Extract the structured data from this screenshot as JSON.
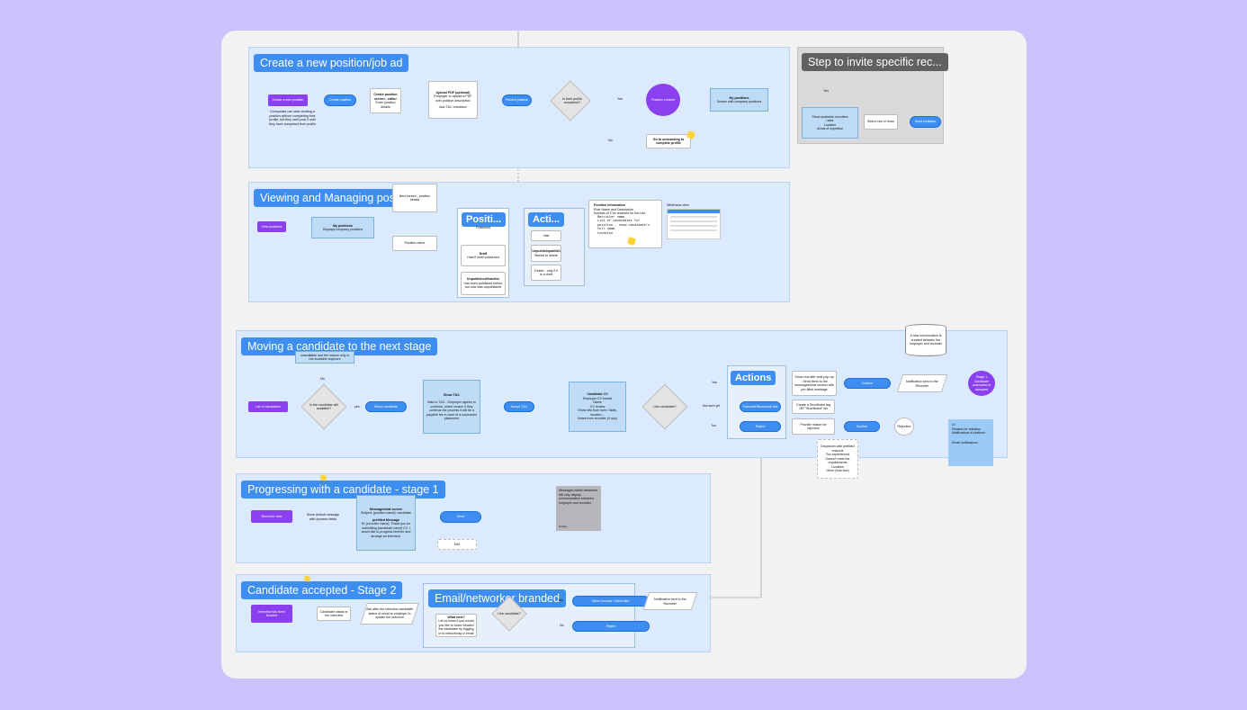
{
  "sections": {
    "create": {
      "title": "Create a new position/job ad",
      "create_new_position": "Create a new position",
      "create_position_btn": "Create position",
      "note": "Companies can start creating a position without completing their profile, but they can't post it until they have completed their profile",
      "create_screen_title": "Create position screen - editor",
      "create_screen_body": "Enter position details",
      "upload_title": "Upload PDF (optional)",
      "upload_body": "Employer to upload a PDF with position description",
      "upload_extra": "Add T&C checkbox",
      "publish_btn": "Publish position",
      "profile_question": "Is their profile completed?",
      "yes": "Yes",
      "no": "No",
      "position_created": "Position created",
      "my_positions_title": "My positions",
      "my_positions_body": "Screen with company positions",
      "onboarding": "Go to onboarding to complete profile"
    },
    "invite": {
      "title": "Step to invite specific rec...",
      "yes": "Yes",
      "show_recruiters_title": "Show available recruiters",
      "show_recruiters_items": [
        "rates",
        "Location",
        "Areas of expertise"
      ],
      "select": "Select one or more",
      "send_invite": "Send invitation"
    },
    "viewing": {
      "title": "Viewing and Managing positions",
      "view_positions": "View positions",
      "my_positions_title": "My positions",
      "my_positions_body": "Displays company positions",
      "new_screen": "New screen - position details",
      "position_name": "Position name",
      "positions_header": "Positi...",
      "published": "Published",
      "draft_title": "Draft",
      "draft_body": "Hasn't been published",
      "unpub_title": "Unpublished/Inactive",
      "unpub_body": "Has been published before but now was unpublished",
      "actions_header": "Acti...",
      "visit": "Visit",
      "unpublish_title": "Unpublish/publish",
      "unpublish_body": "Similar to delete",
      "delete": "Delete - only if it is a draft",
      "info_title": "Position information",
      "info_items": [
        "Role Name and Description",
        "Number of CVs received for the role"
      ],
      "info_sub": [
        "Recruiter name",
        "List of candidates for position - show candidate's full name",
        "Location"
      ],
      "wireframe_label": "Wireframe view"
    },
    "moving": {
      "title": "Moving a candidate to the next stage",
      "top_note": "unavailable and the reason why is not available anymore",
      "no": "No",
      "yes": "yes",
      "list_candidates": "List of candidates",
      "is_available": "Is the candidate still available?",
      "select_candidate": "Select candidate",
      "show_tbc_title": "Show T&C",
      "show_tbc_body": "links to T&C - Employer agrees to continue, which means if they continue the process it will be a payable fee in case of a successful placement",
      "accept_tbc": "Accept T&C",
      "candidate_cv_title": "Candidate CV",
      "candidate_cv_sub": "Employer CV format",
      "candidate_cv_items": [
        "Name",
        "CV review",
        "Show info from form: Skills, location...",
        "Notes from recruiter (if any)"
      ],
      "like_candidate": "Like candidate?",
      "yes2": "Yes",
      "not_sure": "Not sure yet",
      "no2": "No",
      "actions": "Actions",
      "favourite": "Favourite/Bookmark this",
      "reject": "Reject",
      "show_recruiter": "Show recruiter chat pop-up - Send them to the messages/chat section with pre-filled message",
      "shortlisted_tag": "Create a Shortlisted tag OR \"Shortlisted\" list",
      "provide_reason": "Provide reason for rejection",
      "confirm1": "Confirm",
      "confirm2": "Confirm",
      "rejection": "Rejection",
      "notification": "Notification sent to the Recruiter",
      "conversation": "A new conversation is created between the employer and recruiter",
      "stage1": "Stage 1 Candidate automated is accepted",
      "dropdown_title": "Dropdown with prefilled reasons",
      "dropdown_items": [
        "Too experienced",
        "Doesn't meet the requirements",
        "Location",
        "Other (free text)"
      ],
      "sticky_title": "UI",
      "sticky_items": [
        "Reason for rejection",
        "Notifications in platform"
      ],
      "sticky_email": "Email notifications"
    },
    "progressing": {
      "title": "Progressing with a candidate - stage 1",
      "recruiter_view": "Recruiter view",
      "show_default": "Show default message with dynamic fields",
      "message_title": "Message/chat screen",
      "message_sub": "Subject: [position name]: candidate",
      "message_body_title": "prefilled Message",
      "message_body": "Hi, [recruiter name]. Thank you for submitting [candidate name] CV. I would like to progress him/her and arrange an interview.",
      "send": "Send",
      "edit": "Edit",
      "grey_note": "Messages within networker will only display communication between employer and recruiter",
      "grey_foot": "Ondrej"
    },
    "accepted": {
      "title": "Candidate accepted - Stage 2",
      "interview": "Interview has been booked",
      "candidate_status": "Candidate status in the interview",
      "ask": "Ask after the interview candidate status of email to employer to update the outcome",
      "email_title": "Email/networker branded",
      "what_next": "What next?",
      "what_body": "Let us know if you would you like to move forward the candidate by logging in to networking or email",
      "like": "Like candidate?",
      "yes": "Yes",
      "no": "No",
      "move_forward": "Move forward / Send offer",
      "reject": "Reject",
      "notification": "Notification sent to the Recruiter"
    }
  },
  "colors": {
    "background": "#cbc3fd",
    "board": "#f2f2f2",
    "section": "#dbeafe",
    "blue": "#3d8ef0",
    "purple": "#8b40f0"
  }
}
